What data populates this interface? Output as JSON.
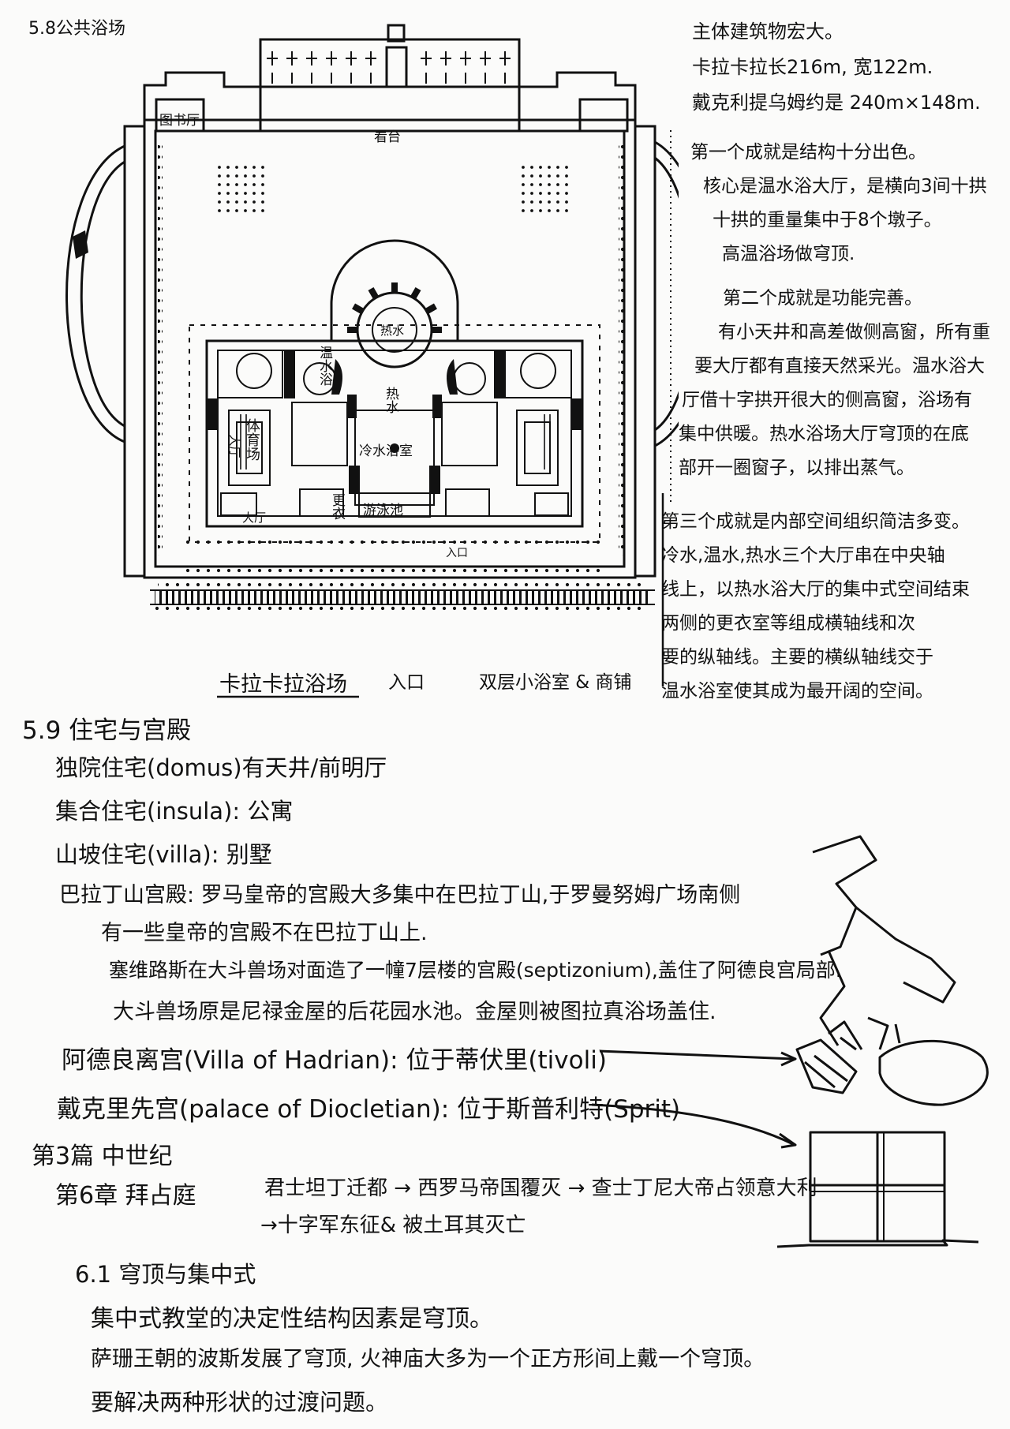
{
  "heading": "5.8公共浴场",
  "plan": {
    "labels": {
      "library": "图书厅",
      "stand": "看台",
      "hot_hall": "热水",
      "warm_hall": "温水浴",
      "hot_room": "热水",
      "gym": "体育场",
      "hall_left": "大厅",
      "cold_hall": "冷水浴室",
      "dressing": "更衣",
      "pool": "游泳池",
      "small_hall": "大厅",
      "entrance_mark": "入口"
    },
    "caption": "卡拉卡拉浴场",
    "caption_entrance": "入口",
    "caption_note": "双层小浴室 & 商铺"
  },
  "right_notes": {
    "lines1": [
      "主体建筑物宏大。",
      "卡拉卡拉长216m, 宽122m.",
      "戴克利提乌姆约是 240m×148m."
    ],
    "lines2": [
      "第一个成就是结构十分出色。",
      "核心是温水浴大厅，是横向3间十拱",
      "十拱的重量集中于8个墩子。",
      "高温浴场做穹顶."
    ],
    "lines3": [
      "第二个成就是功能完善。",
      "有小天井和高差做侧高窗，所有重",
      "要大厅都有直接天然采光。温水浴大",
      "厅借十字拱开很大的侧高窗，浴场有",
      "集中供暖。热水浴场大厅穹顶的在底",
      "部开一圈窗子，以排出蒸气。"
    ],
    "lines4": [
      "第三个成就是内部空间组织简洁多变。",
      "冷水,温水,热水三个大厅串在中央轴",
      "线上，以热水浴大厅的集中式空间结束",
      "两侧的更衣室等组成横轴线和次",
      "要的纵轴线。主要的横纵轴线交于",
      "温水浴室使其成为最开阔的空间。"
    ]
  },
  "section_59": {
    "title": "5.9 住宅与宫殿",
    "items": [
      "独院住宅(domus)有天井/前明厅",
      "集合住宅(insula): 公寓",
      "山坡住宅(villa): 别墅",
      "巴拉丁山宫殿: 罗马皇帝的宫殿大多集中在巴拉丁山,于罗曼努姆广场南侧",
      "有一些皇帝的宫殿不在巴拉丁山上.",
      "塞维路斯在大斗兽场对面造了一幢7层楼的宫殿(septizonium),盖住了阿德良宫局部.",
      "大斗兽场原是尼禄金屋的后花园水池。金屋则被图拉真浴场盖住.",
      "阿德良离宫(Villa of Hadrian): 位于蒂伏里(tivoli)",
      "戴克里先宫(palace of Diocletian): 位于斯普利特(Sprit)"
    ]
  },
  "part3": {
    "title": "第3篇 中世纪",
    "chapter": "第6章 拜占庭",
    "timeline_1": "君士坦丁迁都 → 西罗马帝国覆灭 → 查士丁尼大帝占领意大利",
    "timeline_2": "→十字军东征& 被土耳其灭亡"
  },
  "section_61": {
    "title": "6.1 穹顶与集中式",
    "lines": [
      "集中式教堂的决定性结构因素是穹顶。",
      "萨珊王朝的波斯发展了穹顶, 火神庙大多为一个正方形间上戴一个穹顶。",
      "要解决两种形状的过渡问题。"
    ]
  }
}
